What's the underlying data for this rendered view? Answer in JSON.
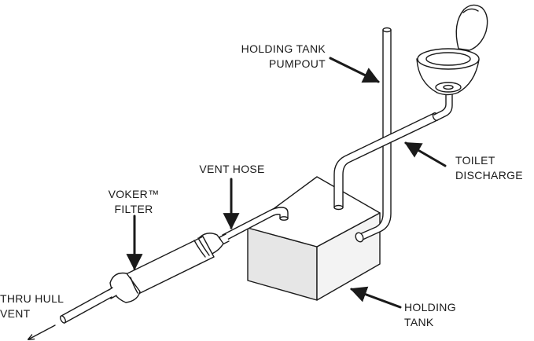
{
  "labels": {
    "pumpout": [
      "HOLDING TANK",
      "PUMPOUT"
    ],
    "toilet_discharge": [
      "TOILET",
      "DISCHARGE"
    ],
    "vent_hose": [
      "VENT HOSE"
    ],
    "voker_filter": [
      "VOKER™",
      "FILTER"
    ],
    "thru_hull_vent": [
      "THRU HULL",
      "VENT"
    ],
    "holding_tank": [
      "HOLDING",
      "TANK"
    ]
  },
  "colors": {
    "stroke": "#1a1a1a",
    "tank_front": "#e6e6e6",
    "tank_side": "#f3f3f3",
    "tank_top": "#ffffff",
    "background": "#ffffff"
  }
}
